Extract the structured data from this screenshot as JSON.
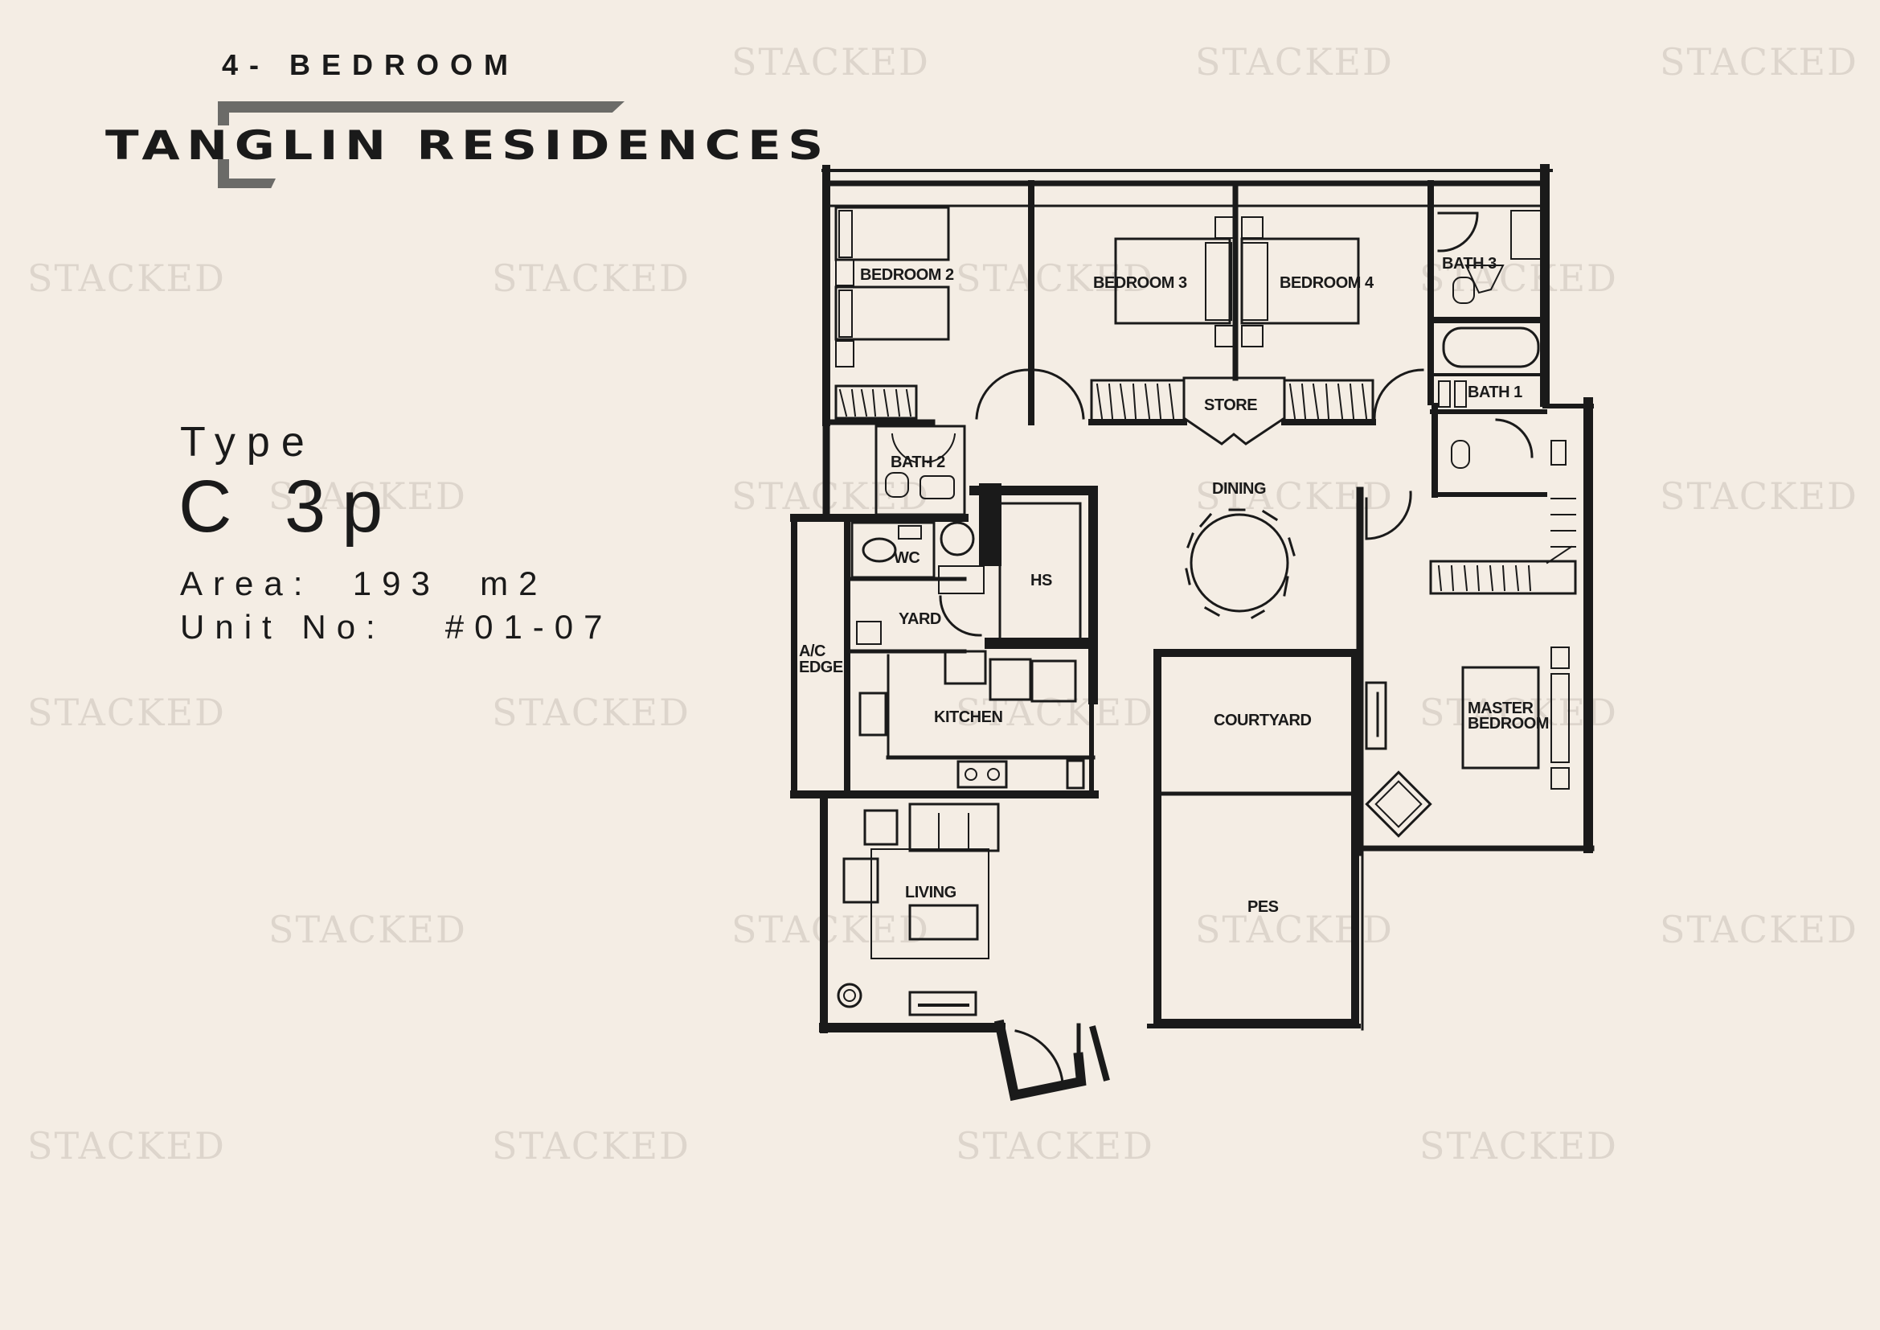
{
  "header": {
    "bedroom_type": "4- BEDROOM",
    "project_name": "TANGLIN RESIDENCES"
  },
  "unit_info": {
    "type_label": "Type",
    "type_value": "C 3p",
    "area_line": "Area:  193  m2",
    "area_value": "193 m2",
    "unit_line": "Unit No:   #01-07",
    "unit_no": "#01-07"
  },
  "floor_plan": {
    "rooms": [
      {
        "id": "bedroom-2",
        "label": "BEDROOM 2"
      },
      {
        "id": "bedroom-3",
        "label": "BEDROOM 3"
      },
      {
        "id": "bedroom-4",
        "label": "BEDROOM 4"
      },
      {
        "id": "bath-3",
        "label": "BATH 3"
      },
      {
        "id": "store",
        "label": "STORE"
      },
      {
        "id": "bath-1",
        "label": "BATH 1"
      },
      {
        "id": "bath-2",
        "label": "BATH 2"
      },
      {
        "id": "dining",
        "label": "DINING"
      },
      {
        "id": "wc",
        "label": "WC"
      },
      {
        "id": "hs",
        "label": "HS"
      },
      {
        "id": "yard",
        "label": "YARD"
      },
      {
        "id": "ac-ledge",
        "label": "A/C\nEDGE"
      },
      {
        "id": "kitchen",
        "label": "KITCHEN"
      },
      {
        "id": "courtyard",
        "label": "COURTYARD"
      },
      {
        "id": "master-bedroom",
        "label": "MASTER\nBEDROOM"
      },
      {
        "id": "living",
        "label": "LIVING"
      },
      {
        "id": "pes",
        "label": "PES"
      }
    ]
  },
  "watermark": {
    "text": "STACKED",
    "color": "#DDD5CC"
  },
  "colors": {
    "background": "#F4EDE4",
    "ink": "#1a1a1a",
    "logo_bracket": "#6b6b68"
  }
}
